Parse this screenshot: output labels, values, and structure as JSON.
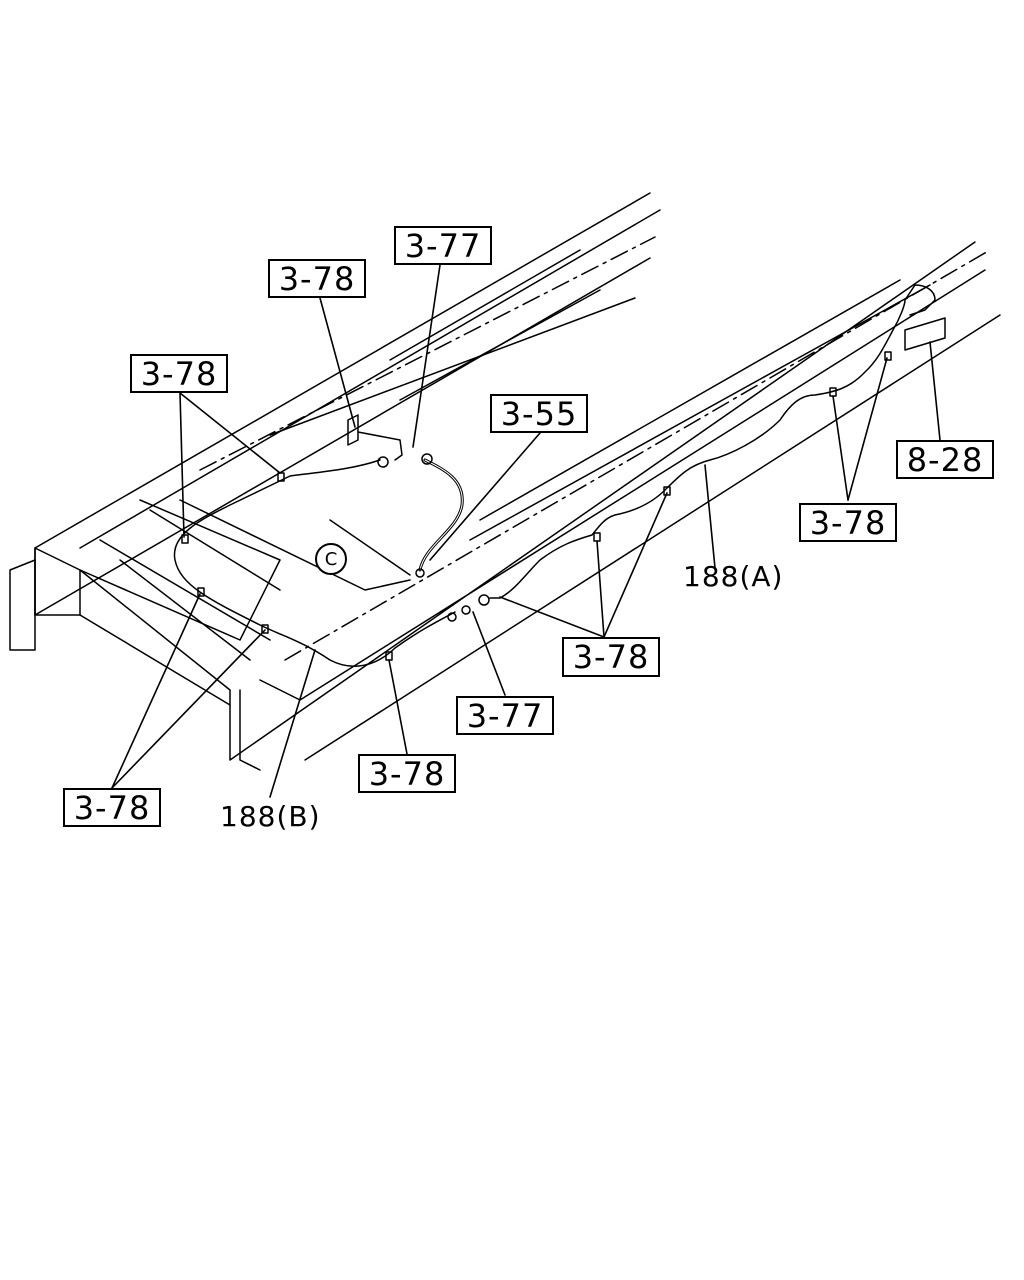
{
  "diagram": {
    "callouts": {
      "c1": "3-77",
      "c2": "3-78",
      "c3": "3-78",
      "c4": "3-55",
      "c5": "8-28",
      "c6": "3-78",
      "c7": "3-78",
      "c8": "3-77",
      "c9": "3-78",
      "c10": "3-78"
    },
    "labels": {
      "pipe_a": "188(A)",
      "pipe_b": "188(B)",
      "view_marker": "C"
    }
  }
}
